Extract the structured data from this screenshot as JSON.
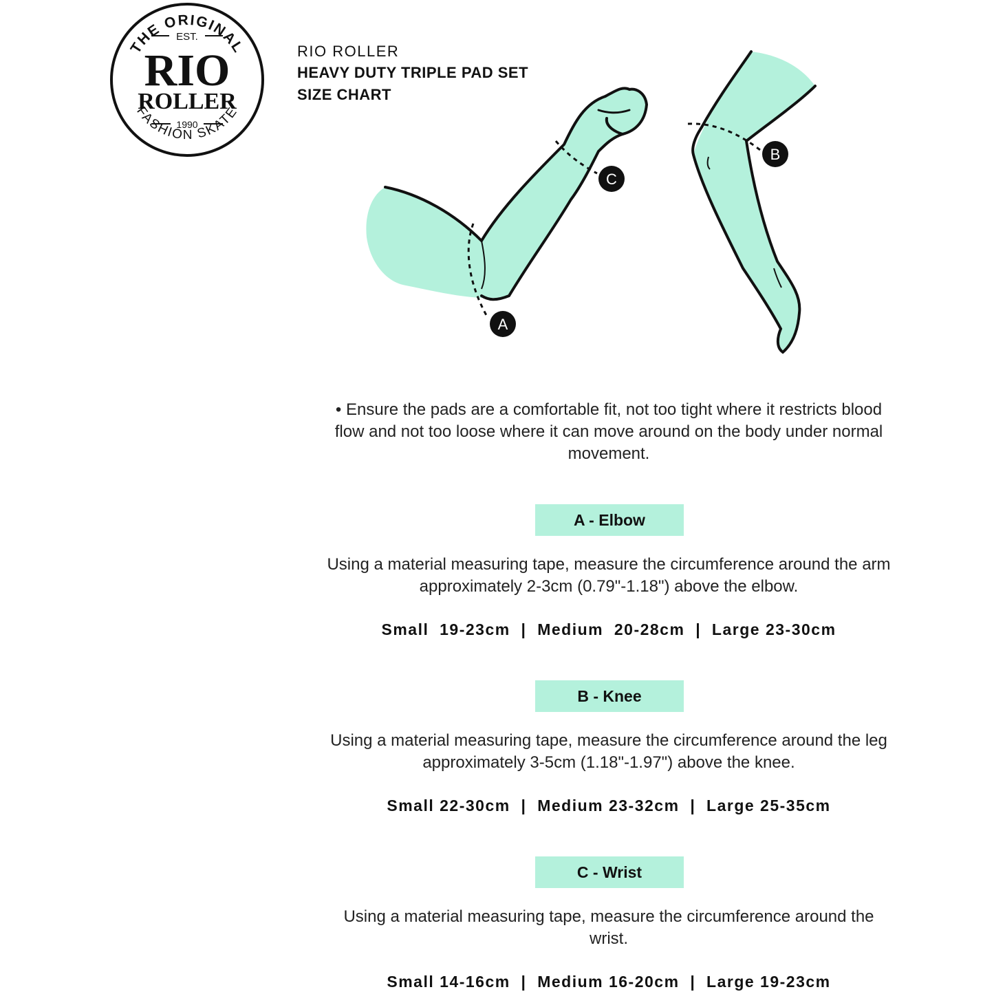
{
  "logo": {
    "top_text": "THE ORIGINAL",
    "est": "EST.",
    "line1": "RIO",
    "line2": "ROLLER",
    "year": "1990",
    "bottom_text": "FASHION SKATE"
  },
  "header": {
    "brand": "RIO ROLLER",
    "title_line1": "HEAVY DUTY TRIPLE PAD SET",
    "title_line2": "SIZE CHART"
  },
  "illustration": {
    "marker_a": "A",
    "marker_b": "B",
    "marker_c": "C",
    "fill_color": "#b4f1dc",
    "outline_color": "#111111"
  },
  "note": "• Ensure the pads are a comfortable fit, not too tight where it restricts blood flow and not too loose where it can move around on the body under normal movement.",
  "sections": [
    {
      "label": "A - Elbow",
      "instruction": "Using a material measuring tape, measure the circumference around the arm approximately 2-3cm (0.79\"-1.18\") above the elbow.",
      "sizes": "Small  19-23cm  |  Medium  20-28cm  |  Large 23-30cm"
    },
    {
      "label": "B - Knee",
      "instruction": "Using a material measuring tape, measure the circumference around the leg approximately 3-5cm (1.18\"-1.97\") above the knee.",
      "sizes": "Small 22-30cm  |  Medium 23-32cm  |  Large 25-35cm"
    },
    {
      "label": "C - Wrist",
      "instruction": "Using a material measuring tape, measure the circumference around the wrist.",
      "sizes": "Small 14-16cm  |  Medium 16-20cm  |  Large 19-23cm"
    }
  ],
  "colors": {
    "accent": "#b4f1dc",
    "text": "#111111"
  }
}
